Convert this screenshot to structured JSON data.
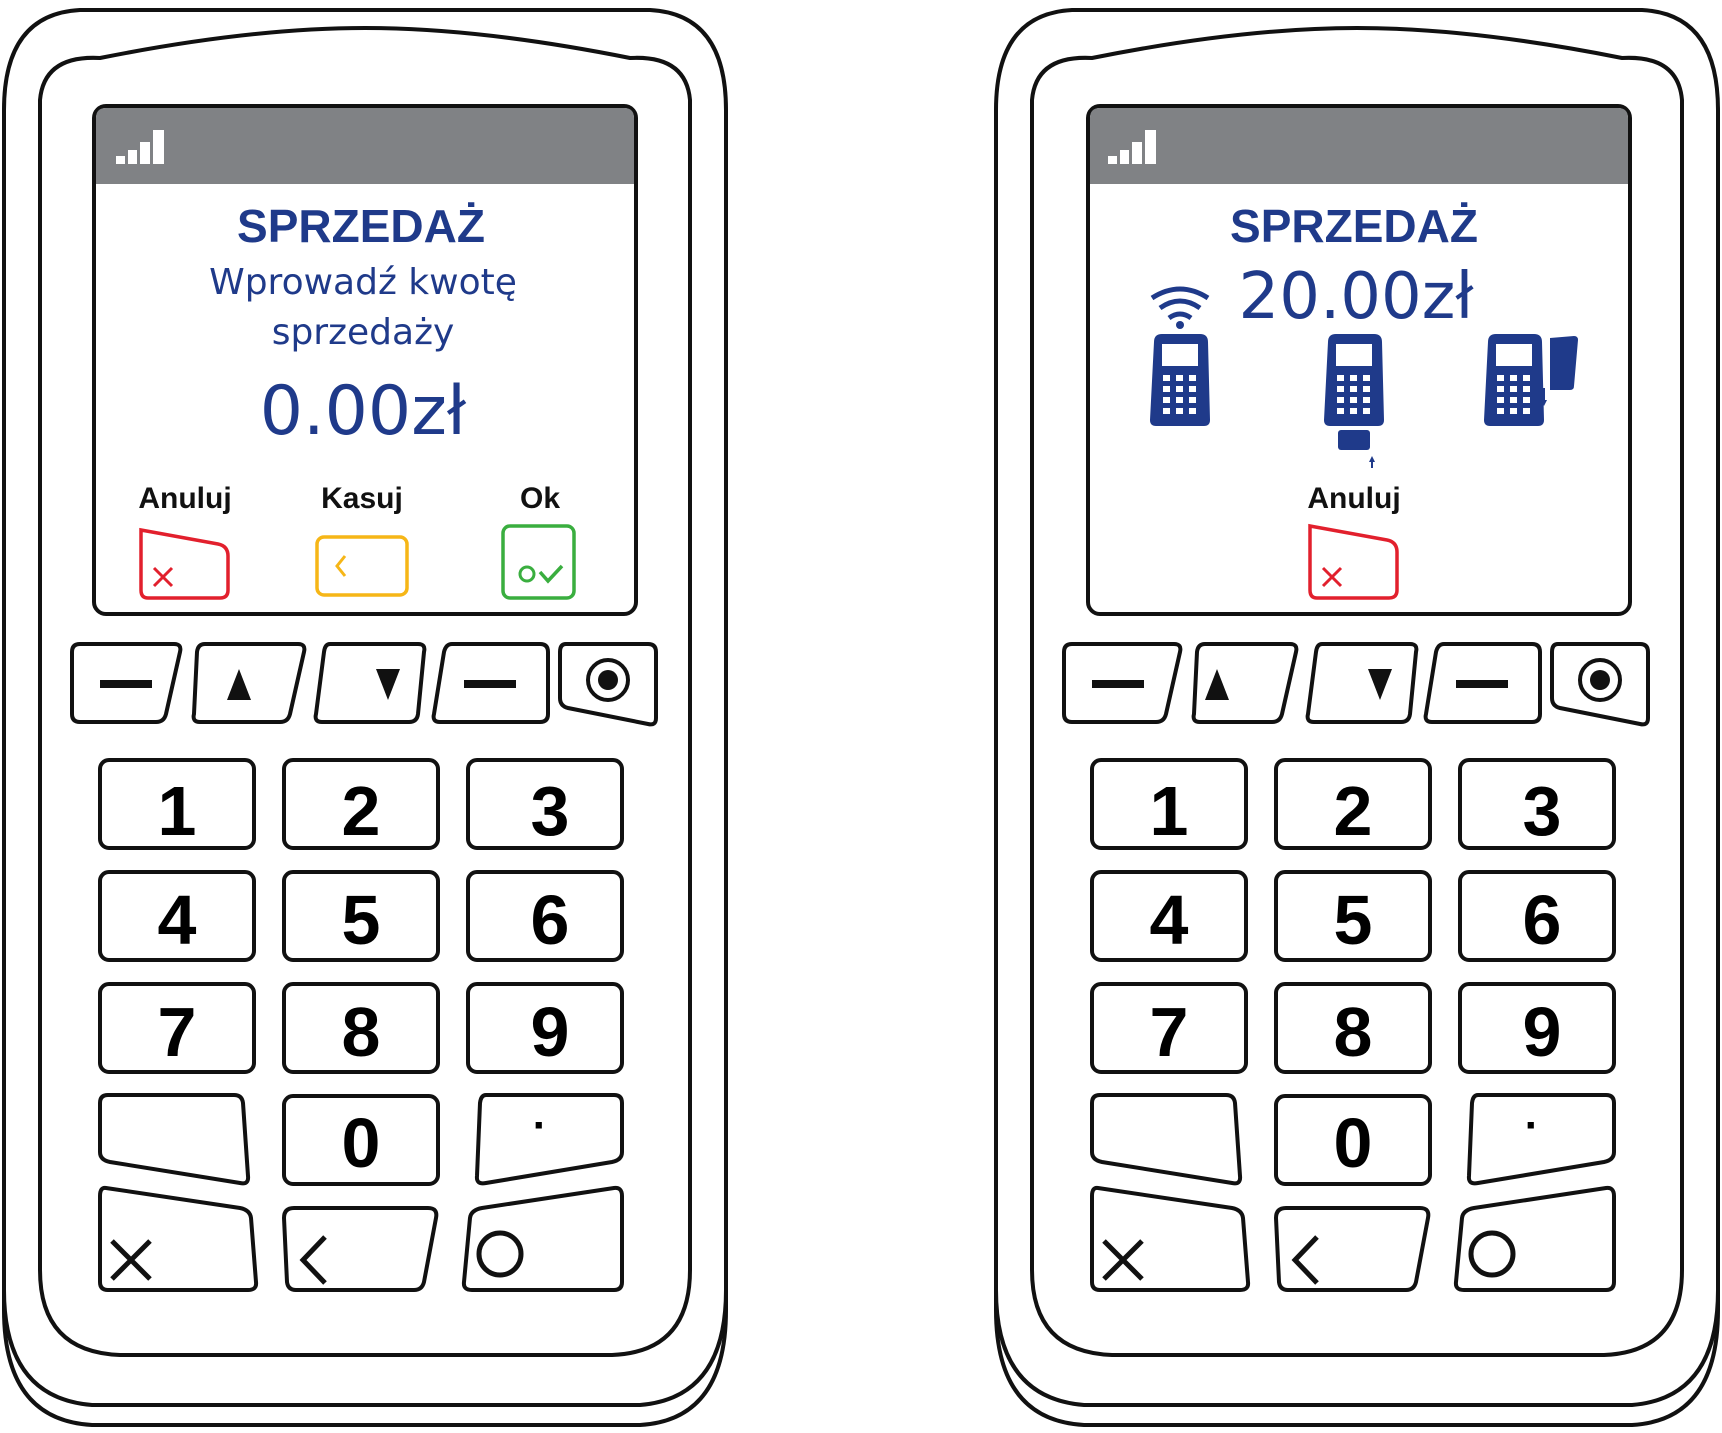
{
  "terminals": [
    {
      "screen": {
        "title": "SPRZEDAŻ",
        "subtitle_line1": "Wprowadź kwotę",
        "subtitle_line2": "sprzedaży",
        "amount": "0.00zł",
        "softkeys": [
          {
            "label": "Anuluj",
            "color": "#e2202d",
            "icon": "cancel-x-icon"
          },
          {
            "label": "Kasuj",
            "color": "#f6b617",
            "icon": "back-arrow-icon"
          },
          {
            "label": "Ok",
            "color": "#3aae3f",
            "icon": "confirm-check-icon"
          }
        ]
      },
      "keypad": {
        "digits": [
          "1",
          "2",
          "3",
          "4",
          "5",
          "6",
          "7",
          "8",
          "9",
          "",
          "0",
          "·"
        ],
        "bottom_keys": [
          "cancel-x-icon",
          "backspace-icon",
          "enter-circle-icon"
        ],
        "enter_highlight": ""
      }
    },
    {
      "screen": {
        "title": "SPRZEDAŻ",
        "amount": "20.00zł",
        "payment_icons": [
          "contactless-terminal-icon",
          "chip-insert-terminal-icon",
          "swipe-terminal-icon"
        ],
        "softkeys": [
          {
            "label": "Anuluj",
            "color": "#e2202d",
            "icon": "cancel-x-icon"
          }
        ]
      },
      "keypad": {
        "digits": [
          "1",
          "2",
          "3",
          "4",
          "5",
          "6",
          "7",
          "8",
          "9",
          "",
          "0",
          "·"
        ],
        "bottom_keys": [
          "cancel-x-icon",
          "backspace-icon",
          "enter-circle-icon"
        ],
        "enter_highlight": "#6fb3e0"
      }
    }
  ],
  "colors": {
    "screen_text": "#1f3a8a",
    "status_bar": "#808285",
    "cancel": "#e2202d",
    "clear": "#f6b617",
    "ok": "#3aae3f",
    "highlight": "#6fb3e0"
  }
}
